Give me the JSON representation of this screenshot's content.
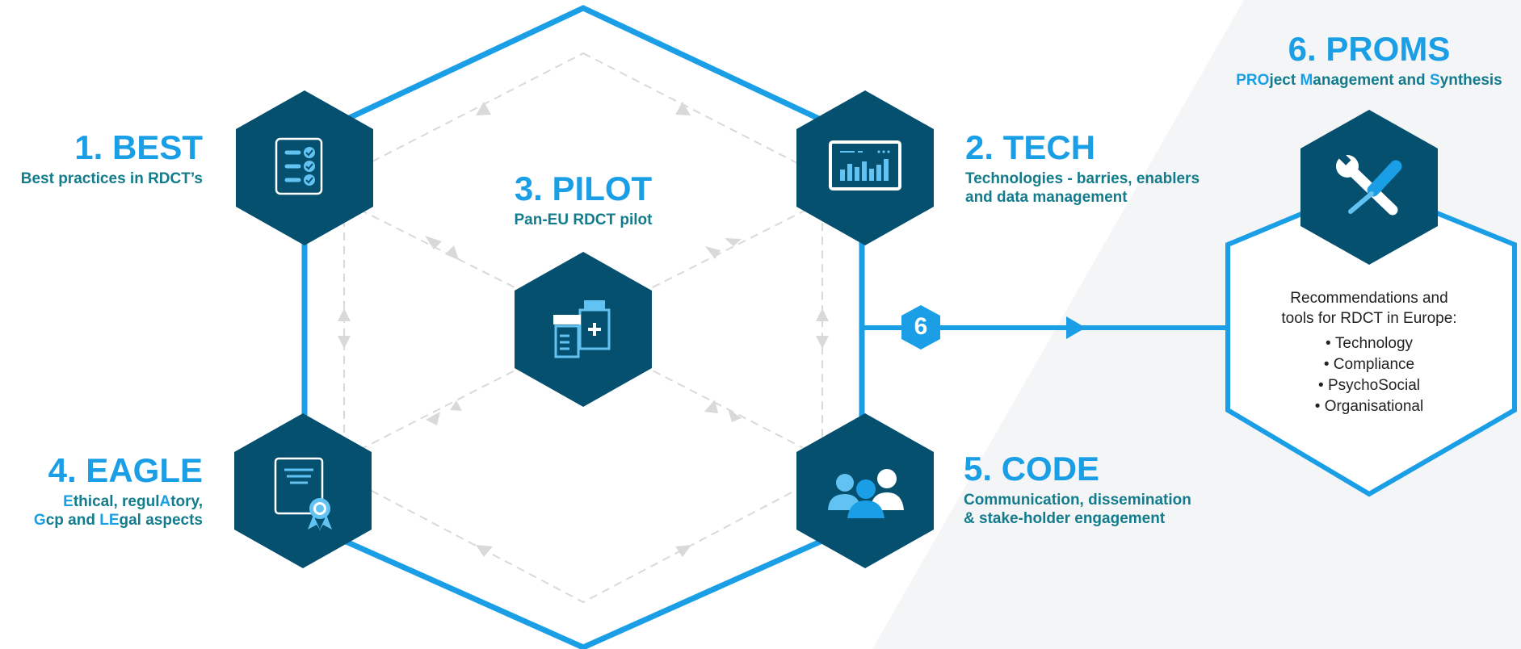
{
  "workpackages": {
    "best": {
      "title": "1. BEST",
      "subtitle": "Best practices in RDCT’s",
      "icon": "checklist-icon"
    },
    "tech": {
      "title": "2. TECH",
      "subtitle_line1": "Technologies - barries, enablers",
      "subtitle_line2": "and data management",
      "icon": "dashboard-monitor-icon"
    },
    "pilot": {
      "title": "3. PILOT",
      "subtitle": "Pan-EU RDCT pilot",
      "icon": "medicine-bottles-icon"
    },
    "eagle": {
      "title": "4. EAGLE",
      "line1": [
        "E",
        "thical, regul",
        "A",
        "tory,"
      ],
      "line2": [
        "G",
        "cp and ",
        "LE",
        "gal aspects"
      ],
      "icon": "certificate-icon"
    },
    "code": {
      "title": "5. CODE",
      "subtitle_line1": "Communication, dissemination",
      "subtitle_line2": "& stake-holder engagement",
      "icon": "people-group-icon"
    },
    "proms": {
      "title": "6. PROMS",
      "subtitle_parts": [
        "PRO",
        "ject ",
        "M",
        "anagement and ",
        "S",
        "ynthesis"
      ],
      "icon": "wrench-screwdriver-icon"
    }
  },
  "connector_badge": "6",
  "recommendations": {
    "heading_line1": "Recommendations and",
    "heading_line2": "tools for RDCT in Europe:",
    "items": [
      "Technology",
      "Compliance",
      "PsychoSocial",
      "Organisational"
    ]
  },
  "colors": {
    "accent": "#1a9ee6",
    "hex_fill": "#05506e",
    "subtitle_teal": "#137c8c",
    "dashed": "#d9d9d9"
  }
}
